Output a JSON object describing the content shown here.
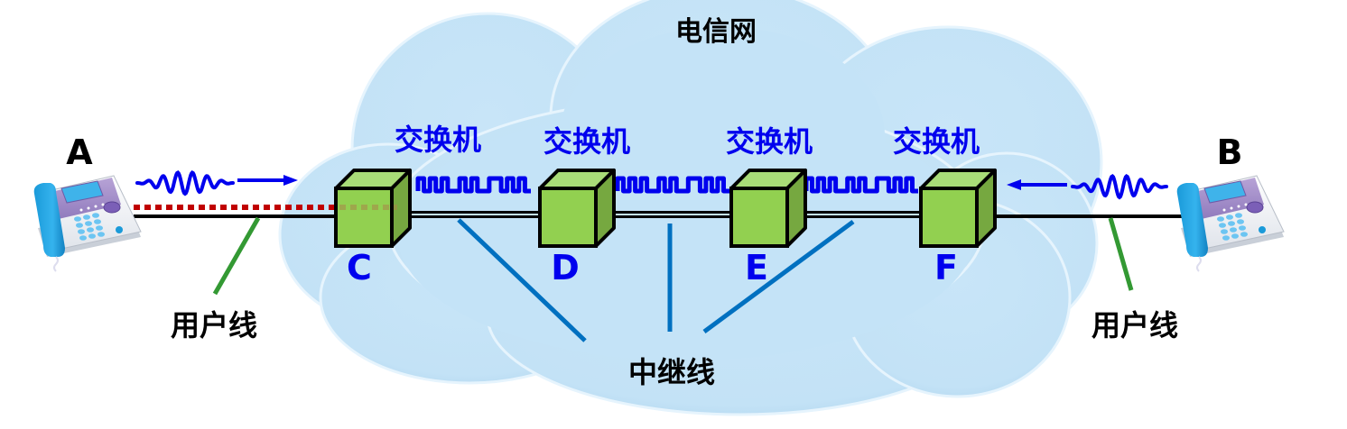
{
  "title": "电信网",
  "endpoints": [
    {
      "id": "A",
      "label": "A",
      "icon": "telephone-icon"
    },
    {
      "id": "B",
      "label": "B",
      "icon": "telephone-icon"
    }
  ],
  "switches": [
    {
      "id": "C",
      "label": "C",
      "caption": "交换机"
    },
    {
      "id": "D",
      "label": "D",
      "caption": "交换机"
    },
    {
      "id": "E",
      "label": "E",
      "caption": "交换机"
    },
    {
      "id": "F",
      "label": "F",
      "caption": "交换机"
    }
  ],
  "line_labels": {
    "subscriber_left": "用户线",
    "subscriber_right": "用户线",
    "trunk": "中继线"
  },
  "signals": {
    "analog_left": "analog-wave-icon",
    "analog_right": "analog-wave-icon",
    "digital": "digital-pulse-icon"
  },
  "colors": {
    "cloud": "#c5e3f7",
    "switch_front": "#92d050",
    "switch_top": "#a9dc78",
    "switch_side": "#76a840",
    "signal_blue": "#0000ee",
    "trunk_line": "#0070c0",
    "subscriber_line": "#339933",
    "call_path": "#c00000"
  }
}
